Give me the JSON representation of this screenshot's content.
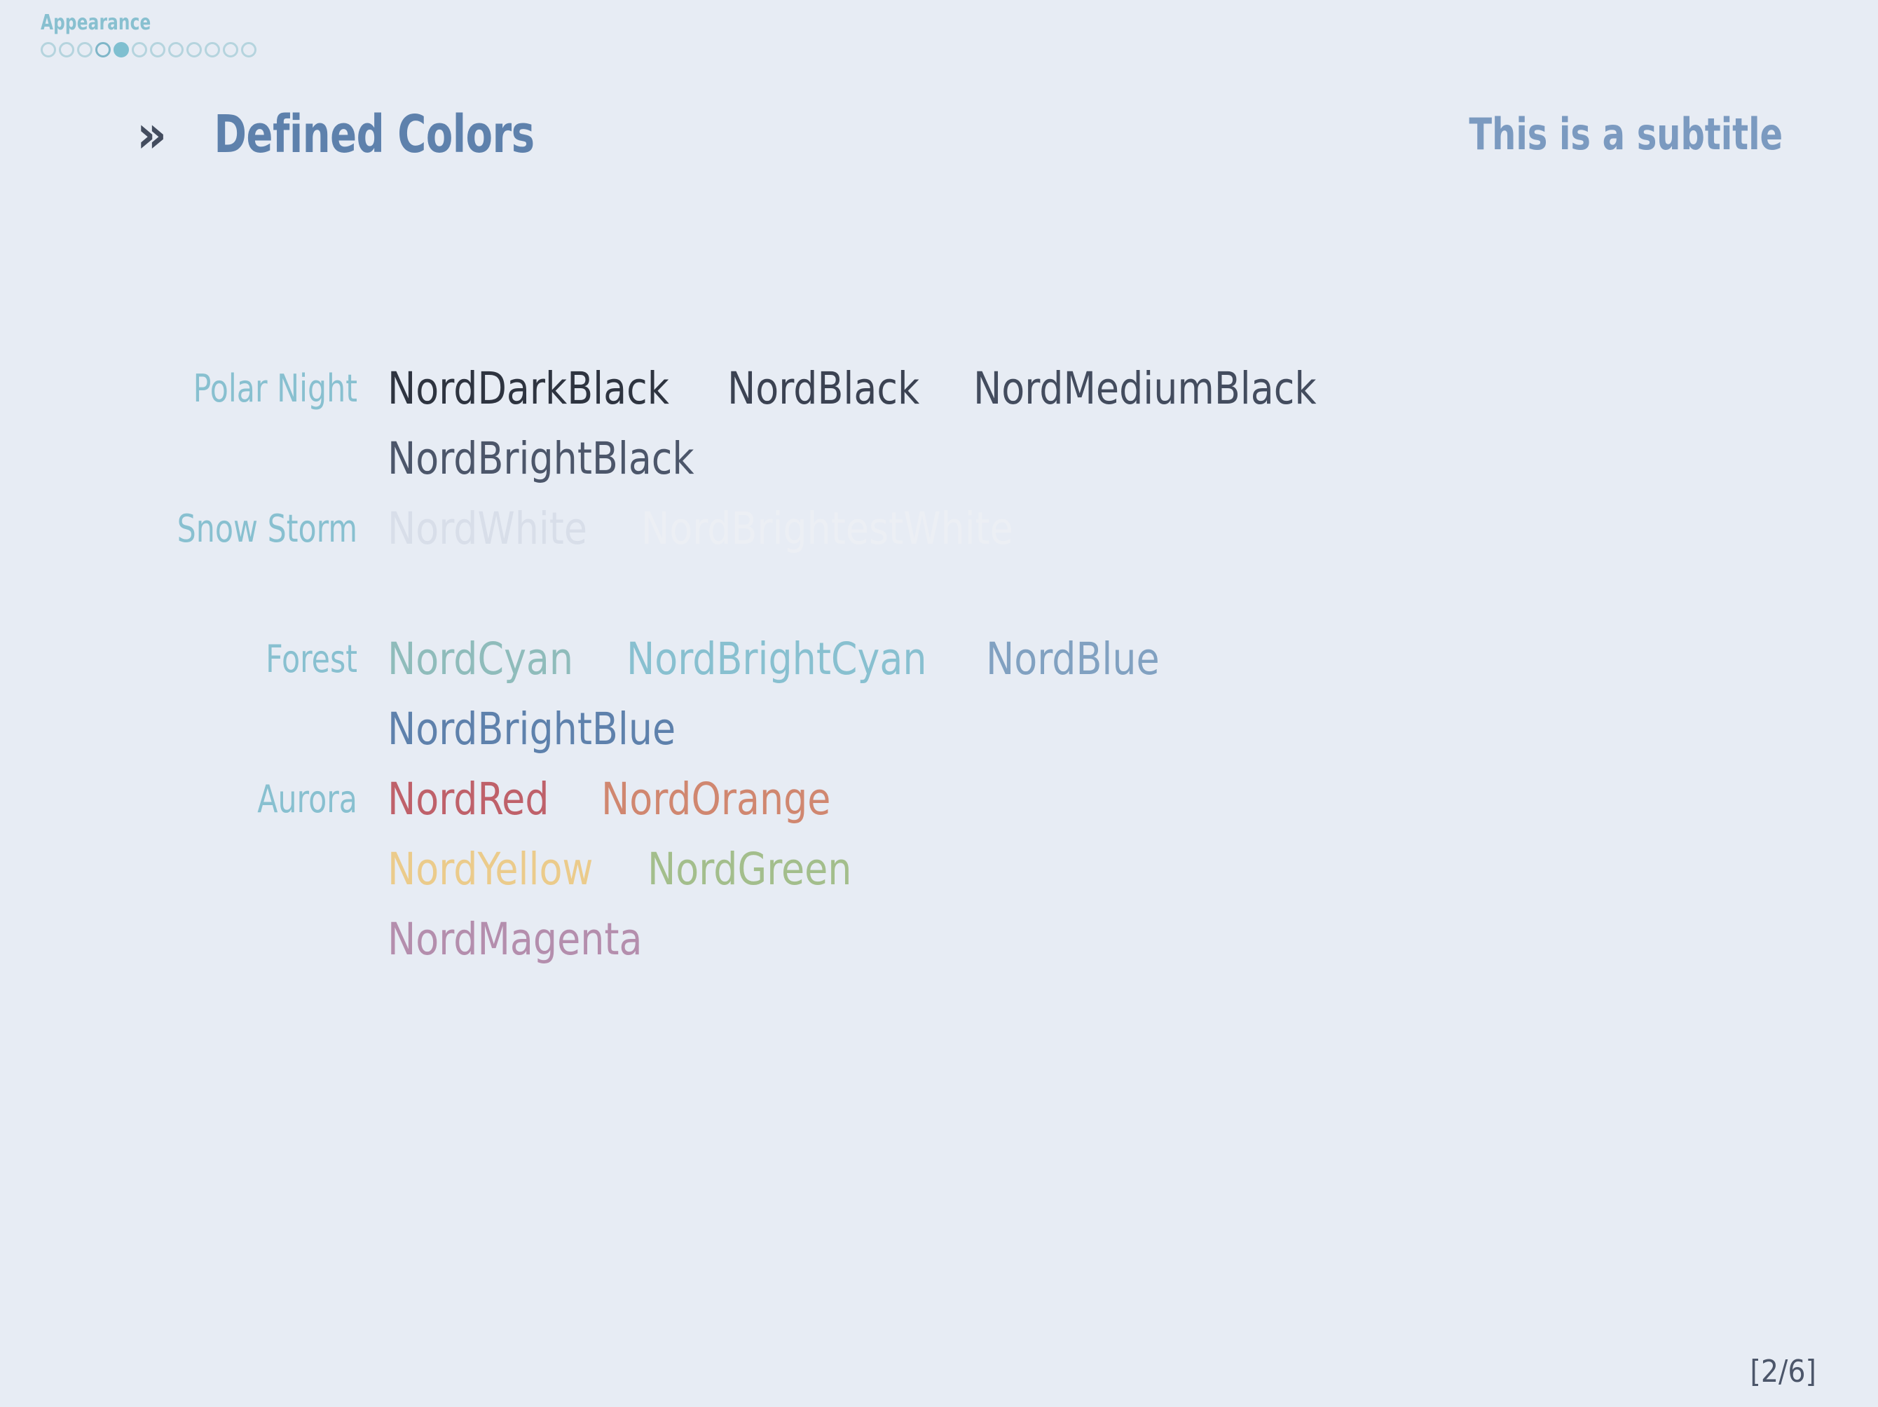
{
  "theme": {
    "background": "#E7ECF4",
    "accent_cyan": "#88C0D0",
    "title_blue": "#5E81AC",
    "subtitle_blue": "#7B9AC0",
    "marker_dark": "#434C5E",
    "footer_text": "#4C566A"
  },
  "header": {
    "section_name": "Appearance",
    "progress": {
      "total": 12,
      "ring_index": 3,
      "filled_index": 4,
      "empty_color": "#B5D4DE",
      "ring_color": "#7FB6C8",
      "filled_color": "#7FBFD0"
    }
  },
  "title": {
    "marker": "»",
    "text": "Defined Colors",
    "subtitle": "This is a subtitle"
  },
  "palette": {
    "groups": [
      {
        "label": "Polar Night",
        "swatches": [
          {
            "name": "NordDarkBlack",
            "color": "#2E3440"
          },
          {
            "name": "NordBlack",
            "color": "#3B4252"
          },
          {
            "name": "NordMediumBlack",
            "color": "#434C5E"
          },
          {
            "name": "NordBrightBlack",
            "color": "#4C566A"
          }
        ]
      },
      {
        "label": "Snow Storm",
        "swatches": [
          {
            "name": "NordWhite",
            "color": "#D8DEE9"
          },
          {
            "name": "NordBrightestWhite",
            "color": "#ECEFF4"
          }
        ]
      },
      {
        "label": "Forest",
        "swatches": [
          {
            "name": "NordCyan",
            "color": "#8FBCBB"
          },
          {
            "name": "NordBrightCyan",
            "color": "#88C0D0"
          },
          {
            "name": "NordBlue",
            "color": "#81A1C1"
          },
          {
            "name": "NordBrightBlue",
            "color": "#5E81AC"
          }
        ]
      },
      {
        "label": "Aurora",
        "swatches": [
          {
            "name": "NordRed",
            "color": "#BF616A"
          },
          {
            "name": "NordOrange",
            "color": "#D08770"
          },
          {
            "name": "NordYellow",
            "color": "#EBCB8B"
          },
          {
            "name": "NordGreen",
            "color": "#A3BE8C"
          },
          {
            "name": "NordMagenta",
            "color": "#B48EAD"
          }
        ]
      }
    ]
  },
  "footer": {
    "page_number": "[2/6]"
  }
}
